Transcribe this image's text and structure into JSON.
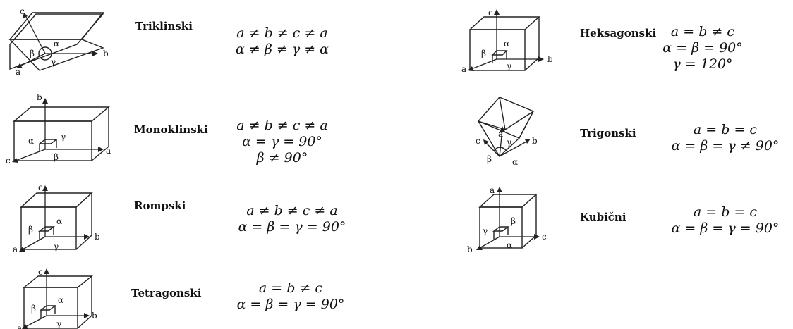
{
  "systems": [
    {
      "name": "Triklinski",
      "equations": [
        "a ≠ b ≠ c ≠ a",
        "α ≠ β ≠ γ ≠ α"
      ],
      "diagram": {
        "axes": [
          "a",
          "b",
          "c"
        ],
        "angles": [
          "α",
          "β",
          "γ"
        ]
      }
    },
    {
      "name": "Monoklinski",
      "equations": [
        "a ≠ b ≠ c ≠ a",
        "α = γ = 90°",
        "β ≠ 90°"
      ],
      "diagram": {
        "axes": [
          "a",
          "b",
          "c"
        ],
        "angles": [
          "α",
          "β",
          "γ"
        ]
      }
    },
    {
      "name": "Rompski",
      "equations": [
        "a ≠ b ≠ c ≠ a",
        "α = β = γ = 90°"
      ],
      "diagram": {
        "axes": [
          "a",
          "b",
          "c"
        ],
        "angles": [
          "α",
          "β",
          "γ"
        ]
      }
    },
    {
      "name": "Tetragonski",
      "equations": [
        "a = b ≠ c",
        "α = β = γ = 90°"
      ],
      "diagram": {
        "axes": [
          "a",
          "b",
          "c"
        ],
        "angles": [
          "α",
          "β",
          "γ"
        ]
      }
    },
    {
      "name": "Heksagonski",
      "equations": [
        "a = b ≠ c",
        "α = β = 90°",
        "γ = 120°"
      ],
      "diagram": {
        "axes": [
          "a",
          "b",
          "c"
        ],
        "angles": [
          "α",
          "β",
          "γ"
        ]
      }
    },
    {
      "name": "Trigonski",
      "equations": [
        "a = b = c",
        "α = β = γ ≠ 90°"
      ],
      "diagram": {
        "axes": [
          "a",
          "b",
          "c"
        ],
        "angles": [
          "α",
          "β",
          "γ"
        ]
      }
    },
    {
      "name": "Kubični",
      "equations": [
        "a = b = c",
        "α = β = γ = 90°"
      ],
      "diagram": {
        "axes": [
          "a",
          "b",
          "c"
        ],
        "angles": [
          "α",
          "β",
          "γ"
        ]
      }
    }
  ]
}
